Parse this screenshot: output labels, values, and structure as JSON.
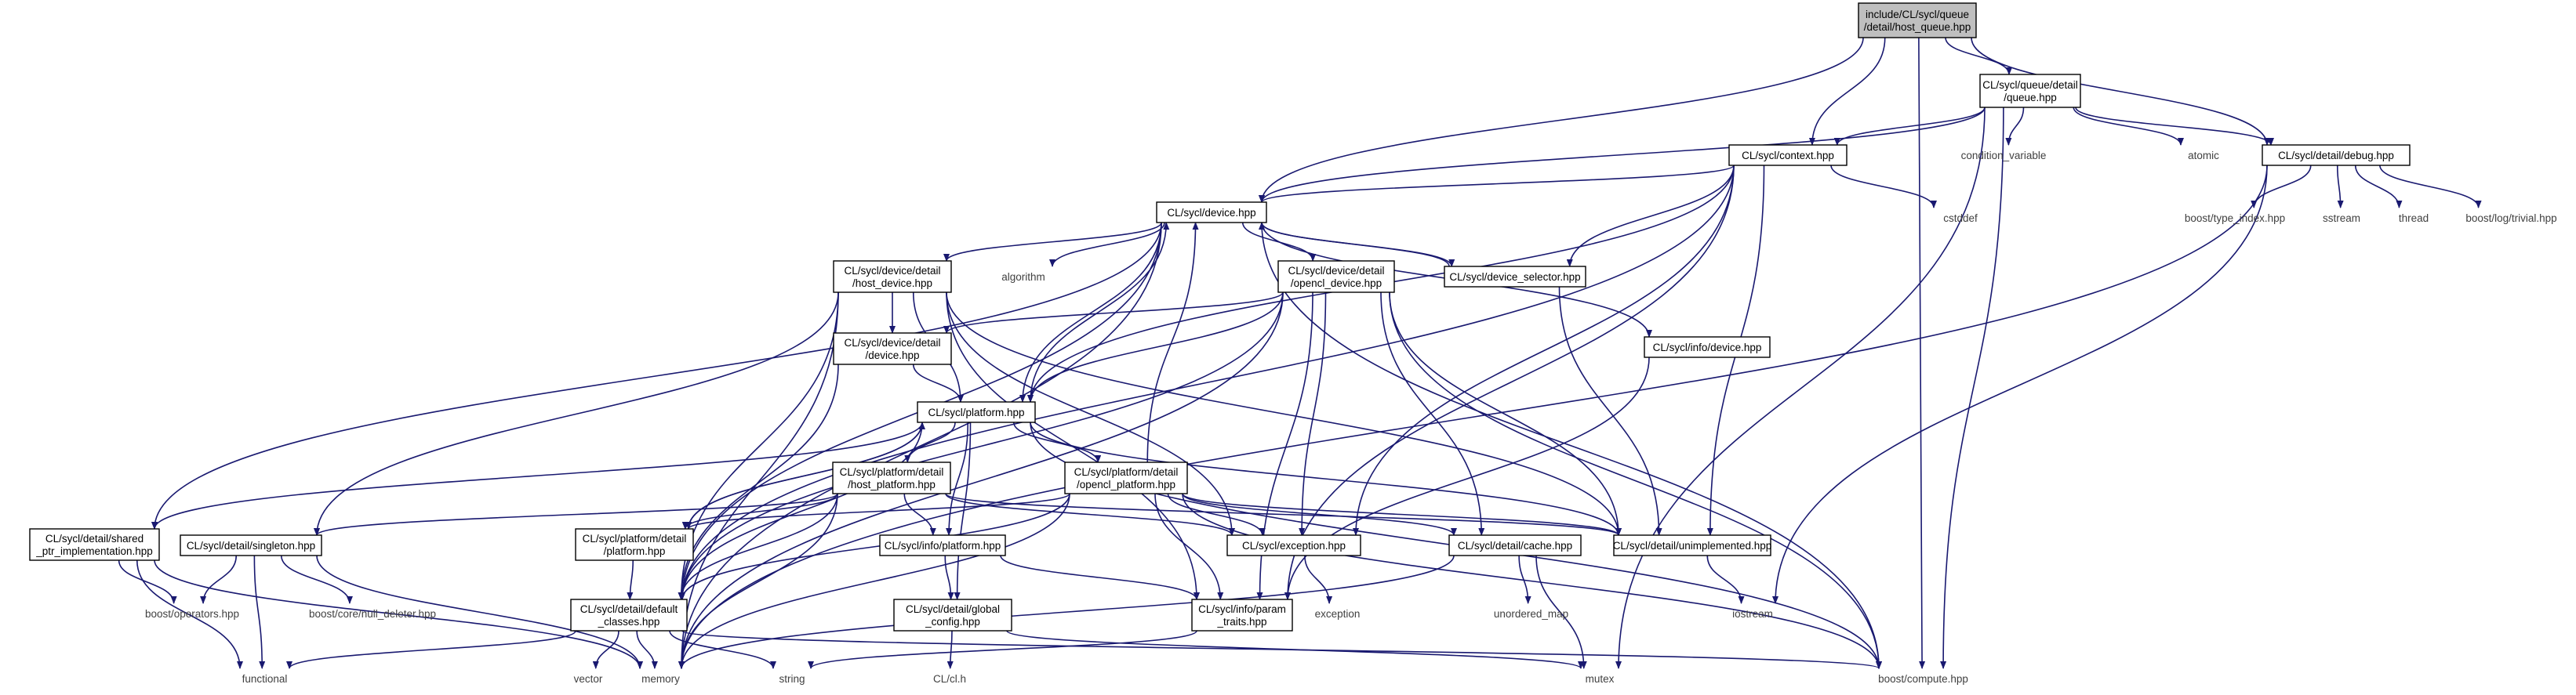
{
  "graph": {
    "edge_color": "#191970",
    "root_fill": "#bfbfbf",
    "nodes": [
      {
        "id": "root",
        "kind": "root",
        "lines": [
          "include/CL/sycl/queue",
          "/detail/host_queue.hpp"
        ]
      },
      {
        "id": "queue_detail",
        "kind": "file",
        "lines": [
          "CL/sycl/queue/detail",
          "/queue.hpp"
        ]
      },
      {
        "id": "context",
        "kind": "file",
        "lines": [
          "CL/sycl/context.hpp"
        ]
      },
      {
        "id": "debug",
        "kind": "file",
        "lines": [
          "CL/sycl/detail/debug.hpp"
        ]
      },
      {
        "id": "condvar",
        "kind": "ext",
        "lines": [
          "condition_variable"
        ]
      },
      {
        "id": "atomic",
        "kind": "ext",
        "lines": [
          "atomic"
        ]
      },
      {
        "id": "cstddef",
        "kind": "ext",
        "lines": [
          "cstddef"
        ]
      },
      {
        "id": "type_index",
        "kind": "ext",
        "lines": [
          "boost/type_index.hpp"
        ]
      },
      {
        "id": "sstream",
        "kind": "ext",
        "lines": [
          "sstream"
        ]
      },
      {
        "id": "thread",
        "kind": "ext",
        "lines": [
          "thread"
        ]
      },
      {
        "id": "trivial",
        "kind": "ext",
        "lines": [
          "boost/log/trivial.hpp"
        ]
      },
      {
        "id": "device",
        "kind": "file",
        "lines": [
          "CL/sycl/device.hpp"
        ]
      },
      {
        "id": "algorithm",
        "kind": "ext",
        "lines": [
          "algorithm"
        ]
      },
      {
        "id": "device_selector",
        "kind": "file",
        "lines": [
          "CL/sycl/device_selector.hpp"
        ]
      },
      {
        "id": "host_device",
        "kind": "file",
        "lines": [
          "CL/sycl/device/detail",
          "/host_device.hpp"
        ]
      },
      {
        "id": "opencl_device",
        "kind": "file",
        "lines": [
          "CL/sycl/device/detail",
          "/opencl_device.hpp"
        ]
      },
      {
        "id": "info_device",
        "kind": "file",
        "lines": [
          "CL/sycl/info/device.hpp"
        ]
      },
      {
        "id": "device_detail",
        "kind": "file",
        "lines": [
          "CL/sycl/device/detail",
          "/device.hpp"
        ]
      },
      {
        "id": "platform",
        "kind": "file",
        "lines": [
          "CL/sycl/platform.hpp"
        ]
      },
      {
        "id": "host_platform",
        "kind": "file",
        "lines": [
          "CL/sycl/platform/detail",
          "/host_platform.hpp"
        ]
      },
      {
        "id": "opencl_platform",
        "kind": "file",
        "lines": [
          "CL/sycl/platform/detail",
          "/opencl_platform.hpp"
        ]
      },
      {
        "id": "shared_ptr",
        "kind": "file",
        "lines": [
          "CL/sycl/detail/shared",
          "_ptr_implementation.hpp"
        ]
      },
      {
        "id": "singleton",
        "kind": "file",
        "lines": [
          "CL/sycl/detail/singleton.hpp"
        ]
      },
      {
        "id": "platform_detail",
        "kind": "file",
        "lines": [
          "CL/sycl/platform/detail",
          "/platform.hpp"
        ]
      },
      {
        "id": "info_platform",
        "kind": "file",
        "lines": [
          "CL/sycl/info/platform.hpp"
        ]
      },
      {
        "id": "exception",
        "kind": "file",
        "lines": [
          "CL/sycl/exception.hpp"
        ]
      },
      {
        "id": "cache",
        "kind": "file",
        "lines": [
          "CL/sycl/detail/cache.hpp"
        ]
      },
      {
        "id": "unimplemented",
        "kind": "file",
        "lines": [
          "CL/sycl/detail/unimplemented.hpp"
        ]
      },
      {
        "id": "default_classes",
        "kind": "file",
        "lines": [
          "CL/sycl/detail/default",
          "_classes.hpp"
        ]
      },
      {
        "id": "global_config",
        "kind": "file",
        "lines": [
          "CL/sycl/detail/global",
          "_config.hpp"
        ]
      },
      {
        "id": "param_traits",
        "kind": "file",
        "lines": [
          "CL/sycl/info/param",
          "_traits.hpp"
        ]
      },
      {
        "id": "boost_operators",
        "kind": "ext",
        "lines": [
          "boost/operators.hpp"
        ]
      },
      {
        "id": "null_deleter",
        "kind": "ext",
        "lines": [
          "boost/core/null_deleter.hpp"
        ]
      },
      {
        "id": "unordered_map",
        "kind": "ext",
        "lines": [
          "unordered_map"
        ]
      },
      {
        "id": "exception_std",
        "kind": "ext",
        "lines": [
          "exception"
        ]
      },
      {
        "id": "iostream",
        "kind": "ext",
        "lines": [
          "iostream"
        ]
      },
      {
        "id": "functional",
        "kind": "ext",
        "lines": [
          "functional"
        ]
      },
      {
        "id": "vector",
        "kind": "ext",
        "lines": [
          "vector"
        ]
      },
      {
        "id": "memory",
        "kind": "ext",
        "lines": [
          "memory"
        ]
      },
      {
        "id": "string",
        "kind": "ext",
        "lines": [
          "string"
        ]
      },
      {
        "id": "cl_h",
        "kind": "ext",
        "lines": [
          "CL/cl.h"
        ]
      },
      {
        "id": "mutex",
        "kind": "ext",
        "lines": [
          "mutex"
        ]
      },
      {
        "id": "boost_compute",
        "kind": "ext",
        "lines": [
          "boost/compute.hpp"
        ]
      }
    ],
    "edges": [
      [
        "root",
        "queue_detail"
      ],
      [
        "root",
        "context"
      ],
      [
        "root",
        "debug"
      ],
      [
        "root",
        "device"
      ],
      [
        "root",
        "boost_compute"
      ],
      [
        "queue_detail",
        "context"
      ],
      [
        "queue_detail",
        "debug"
      ],
      [
        "queue_detail",
        "condvar"
      ],
      [
        "queue_detail",
        "atomic"
      ],
      [
        "queue_detail",
        "device"
      ],
      [
        "queue_detail",
        "mutex"
      ],
      [
        "queue_detail",
        "boost_compute"
      ],
      [
        "debug",
        "type_index"
      ],
      [
        "debug",
        "sstream"
      ],
      [
        "debug",
        "thread"
      ],
      [
        "debug",
        "trivial"
      ],
      [
        "debug",
        "iostream"
      ],
      [
        "debug",
        "memory"
      ],
      [
        "context",
        "cstddef"
      ],
      [
        "context",
        "device"
      ],
      [
        "context",
        "device_selector"
      ],
      [
        "context",
        "platform"
      ],
      [
        "context",
        "exception"
      ],
      [
        "context",
        "unimplemented"
      ],
      [
        "context",
        "param_traits"
      ],
      [
        "context",
        "default_classes"
      ],
      [
        "device",
        "algorithm"
      ],
      [
        "device",
        "device_selector"
      ],
      [
        "device",
        "host_device"
      ],
      [
        "device",
        "opencl_device"
      ],
      [
        "device",
        "info_device"
      ],
      [
        "device",
        "platform"
      ],
      [
        "device",
        "shared_ptr"
      ],
      [
        "device",
        "default_classes"
      ],
      [
        "device",
        "memory"
      ],
      [
        "device",
        "boost_compute"
      ],
      [
        "device_selector",
        "device"
      ],
      [
        "device_selector",
        "unimplemented"
      ],
      [
        "host_device",
        "device_detail"
      ],
      [
        "host_device",
        "platform"
      ],
      [
        "host_device",
        "singleton"
      ],
      [
        "host_device",
        "default_classes"
      ],
      [
        "host_device",
        "exception"
      ],
      [
        "host_device",
        "unimplemented"
      ],
      [
        "host_device",
        "memory"
      ],
      [
        "host_device",
        "param_traits"
      ],
      [
        "opencl_device",
        "device_detail"
      ],
      [
        "opencl_device",
        "platform"
      ],
      [
        "opencl_device",
        "exception"
      ],
      [
        "opencl_device",
        "cache"
      ],
      [
        "opencl_device",
        "unimplemented"
      ],
      [
        "opencl_device",
        "boost_compute"
      ],
      [
        "opencl_device",
        "memory"
      ],
      [
        "opencl_device",
        "default_classes"
      ],
      [
        "opencl_device",
        "param_traits"
      ],
      [
        "info_device",
        "param_traits"
      ],
      [
        "device_detail",
        "platform"
      ],
      [
        "device_detail",
        "default_classes"
      ],
      [
        "platform",
        "device"
      ],
      [
        "platform",
        "host_platform"
      ],
      [
        "platform",
        "opencl_platform"
      ],
      [
        "platform",
        "platform_detail"
      ],
      [
        "platform",
        "info_platform"
      ],
      [
        "platform",
        "shared_ptr"
      ],
      [
        "platform",
        "unimplemented"
      ],
      [
        "platform",
        "default_classes"
      ],
      [
        "platform",
        "global_config"
      ],
      [
        "platform",
        "boost_compute"
      ],
      [
        "host_platform",
        "platform_detail"
      ],
      [
        "host_platform",
        "singleton"
      ],
      [
        "host_platform",
        "info_platform"
      ],
      [
        "host_platform",
        "exception"
      ],
      [
        "host_platform",
        "unimplemented"
      ],
      [
        "host_platform",
        "default_classes"
      ],
      [
        "host_platform",
        "memory"
      ],
      [
        "opencl_platform",
        "device"
      ],
      [
        "opencl_platform",
        "platform_detail"
      ],
      [
        "opencl_platform",
        "exception"
      ],
      [
        "opencl_platform",
        "cache"
      ],
      [
        "opencl_platform",
        "unimplemented"
      ],
      [
        "opencl_platform",
        "default_classes"
      ],
      [
        "opencl_platform",
        "param_traits"
      ],
      [
        "opencl_platform",
        "memory"
      ],
      [
        "opencl_platform",
        "boost_compute"
      ],
      [
        "platform_detail",
        "platform"
      ],
      [
        "platform_detail",
        "default_classes"
      ],
      [
        "shared_ptr",
        "boost_operators"
      ],
      [
        "shared_ptr",
        "functional"
      ],
      [
        "shared_ptr",
        "memory"
      ],
      [
        "singleton",
        "boost_operators"
      ],
      [
        "singleton",
        "null_deleter"
      ],
      [
        "singleton",
        "functional"
      ],
      [
        "singleton",
        "memory"
      ],
      [
        "info_platform",
        "global_config"
      ],
      [
        "info_platform",
        "param_traits"
      ],
      [
        "exception",
        "exception_std"
      ],
      [
        "cache",
        "unordered_map"
      ],
      [
        "cache",
        "mutex"
      ],
      [
        "cache",
        "memory"
      ],
      [
        "unimplemented",
        "iostream"
      ],
      [
        "default_classes",
        "functional"
      ],
      [
        "default_classes",
        "vector"
      ],
      [
        "default_classes",
        "memory"
      ],
      [
        "default_classes",
        "string"
      ],
      [
        "default_classes",
        "boost_compute"
      ],
      [
        "global_config",
        "cl_h"
      ],
      [
        "global_config",
        "mutex"
      ],
      [
        "param_traits",
        "string"
      ]
    ]
  }
}
